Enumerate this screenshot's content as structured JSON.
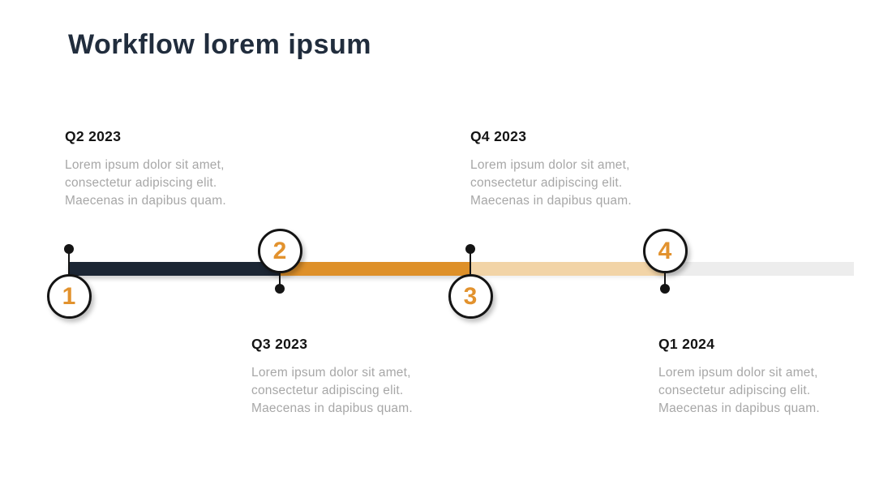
{
  "slide": {
    "title": "Workflow lorem ipsum"
  },
  "milestones": [
    {
      "number": "1",
      "heading": "Q2 2023",
      "lines": [
        "Lorem ipsum dolor sit amet,",
        "consectetur adipiscing elit.",
        "Maecenas in dapibus quam."
      ]
    },
    {
      "number": "2",
      "heading": "Q3 2023",
      "lines": [
        "Lorem ipsum dolor sit amet,",
        "consectetur adipiscing elit.",
        "Maecenas in dapibus quam."
      ]
    },
    {
      "number": "3",
      "heading": "Q4 2023",
      "lines": [
        "Lorem ipsum dolor sit amet,",
        "consectetur adipiscing elit.",
        "Maecenas in dapibus quam."
      ]
    },
    {
      "number": "4",
      "heading": "Q1 2024",
      "lines": [
        "Lorem ipsum dolor sit amet,",
        "consectetur adipiscing elit.",
        "Maecenas in dapibus quam."
      ]
    }
  ],
  "colors": {
    "title": "#212d3d",
    "heading": "#141414",
    "body_text": "#a7a7a7",
    "segment_navy": "#1c2634",
    "segment_orange": "#de9029",
    "segment_tan": "#f2d4a7",
    "segment_gray": "#ededed",
    "number_orange": "#e2922e",
    "marker_black": "#141414"
  }
}
